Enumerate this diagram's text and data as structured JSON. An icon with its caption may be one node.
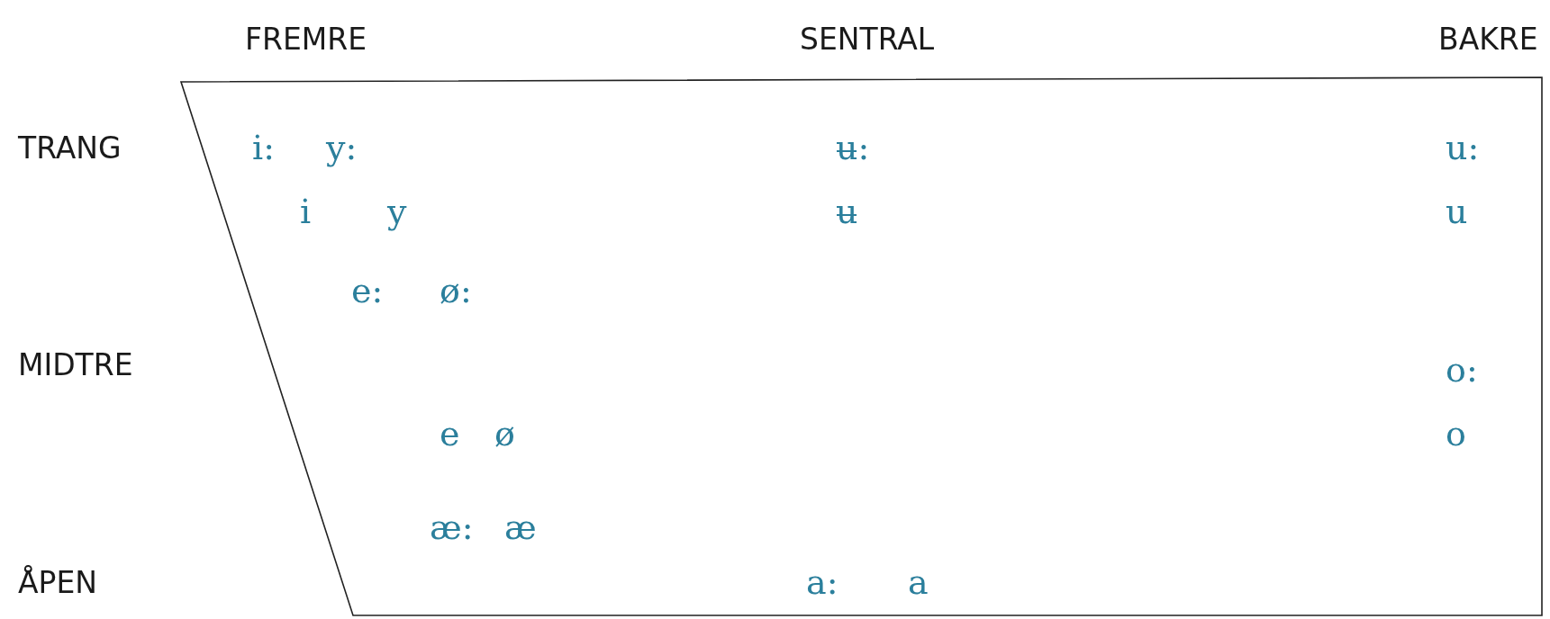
{
  "diagram": {
    "labels": [
      "FREMRE",
      "SENTRAL",
      "BAKRE",
      "TRANG",
      "i:",
      "y:",
      "ʉ:",
      "u:",
      "i",
      "y",
      "ʉ",
      "u",
      "e:",
      "ø:",
      "MIDTRE",
      "o:",
      "e",
      "ø",
      "o",
      "æ:",
      "æ",
      "ÅPEN",
      "a:",
      "a"
    ]
  }
}
